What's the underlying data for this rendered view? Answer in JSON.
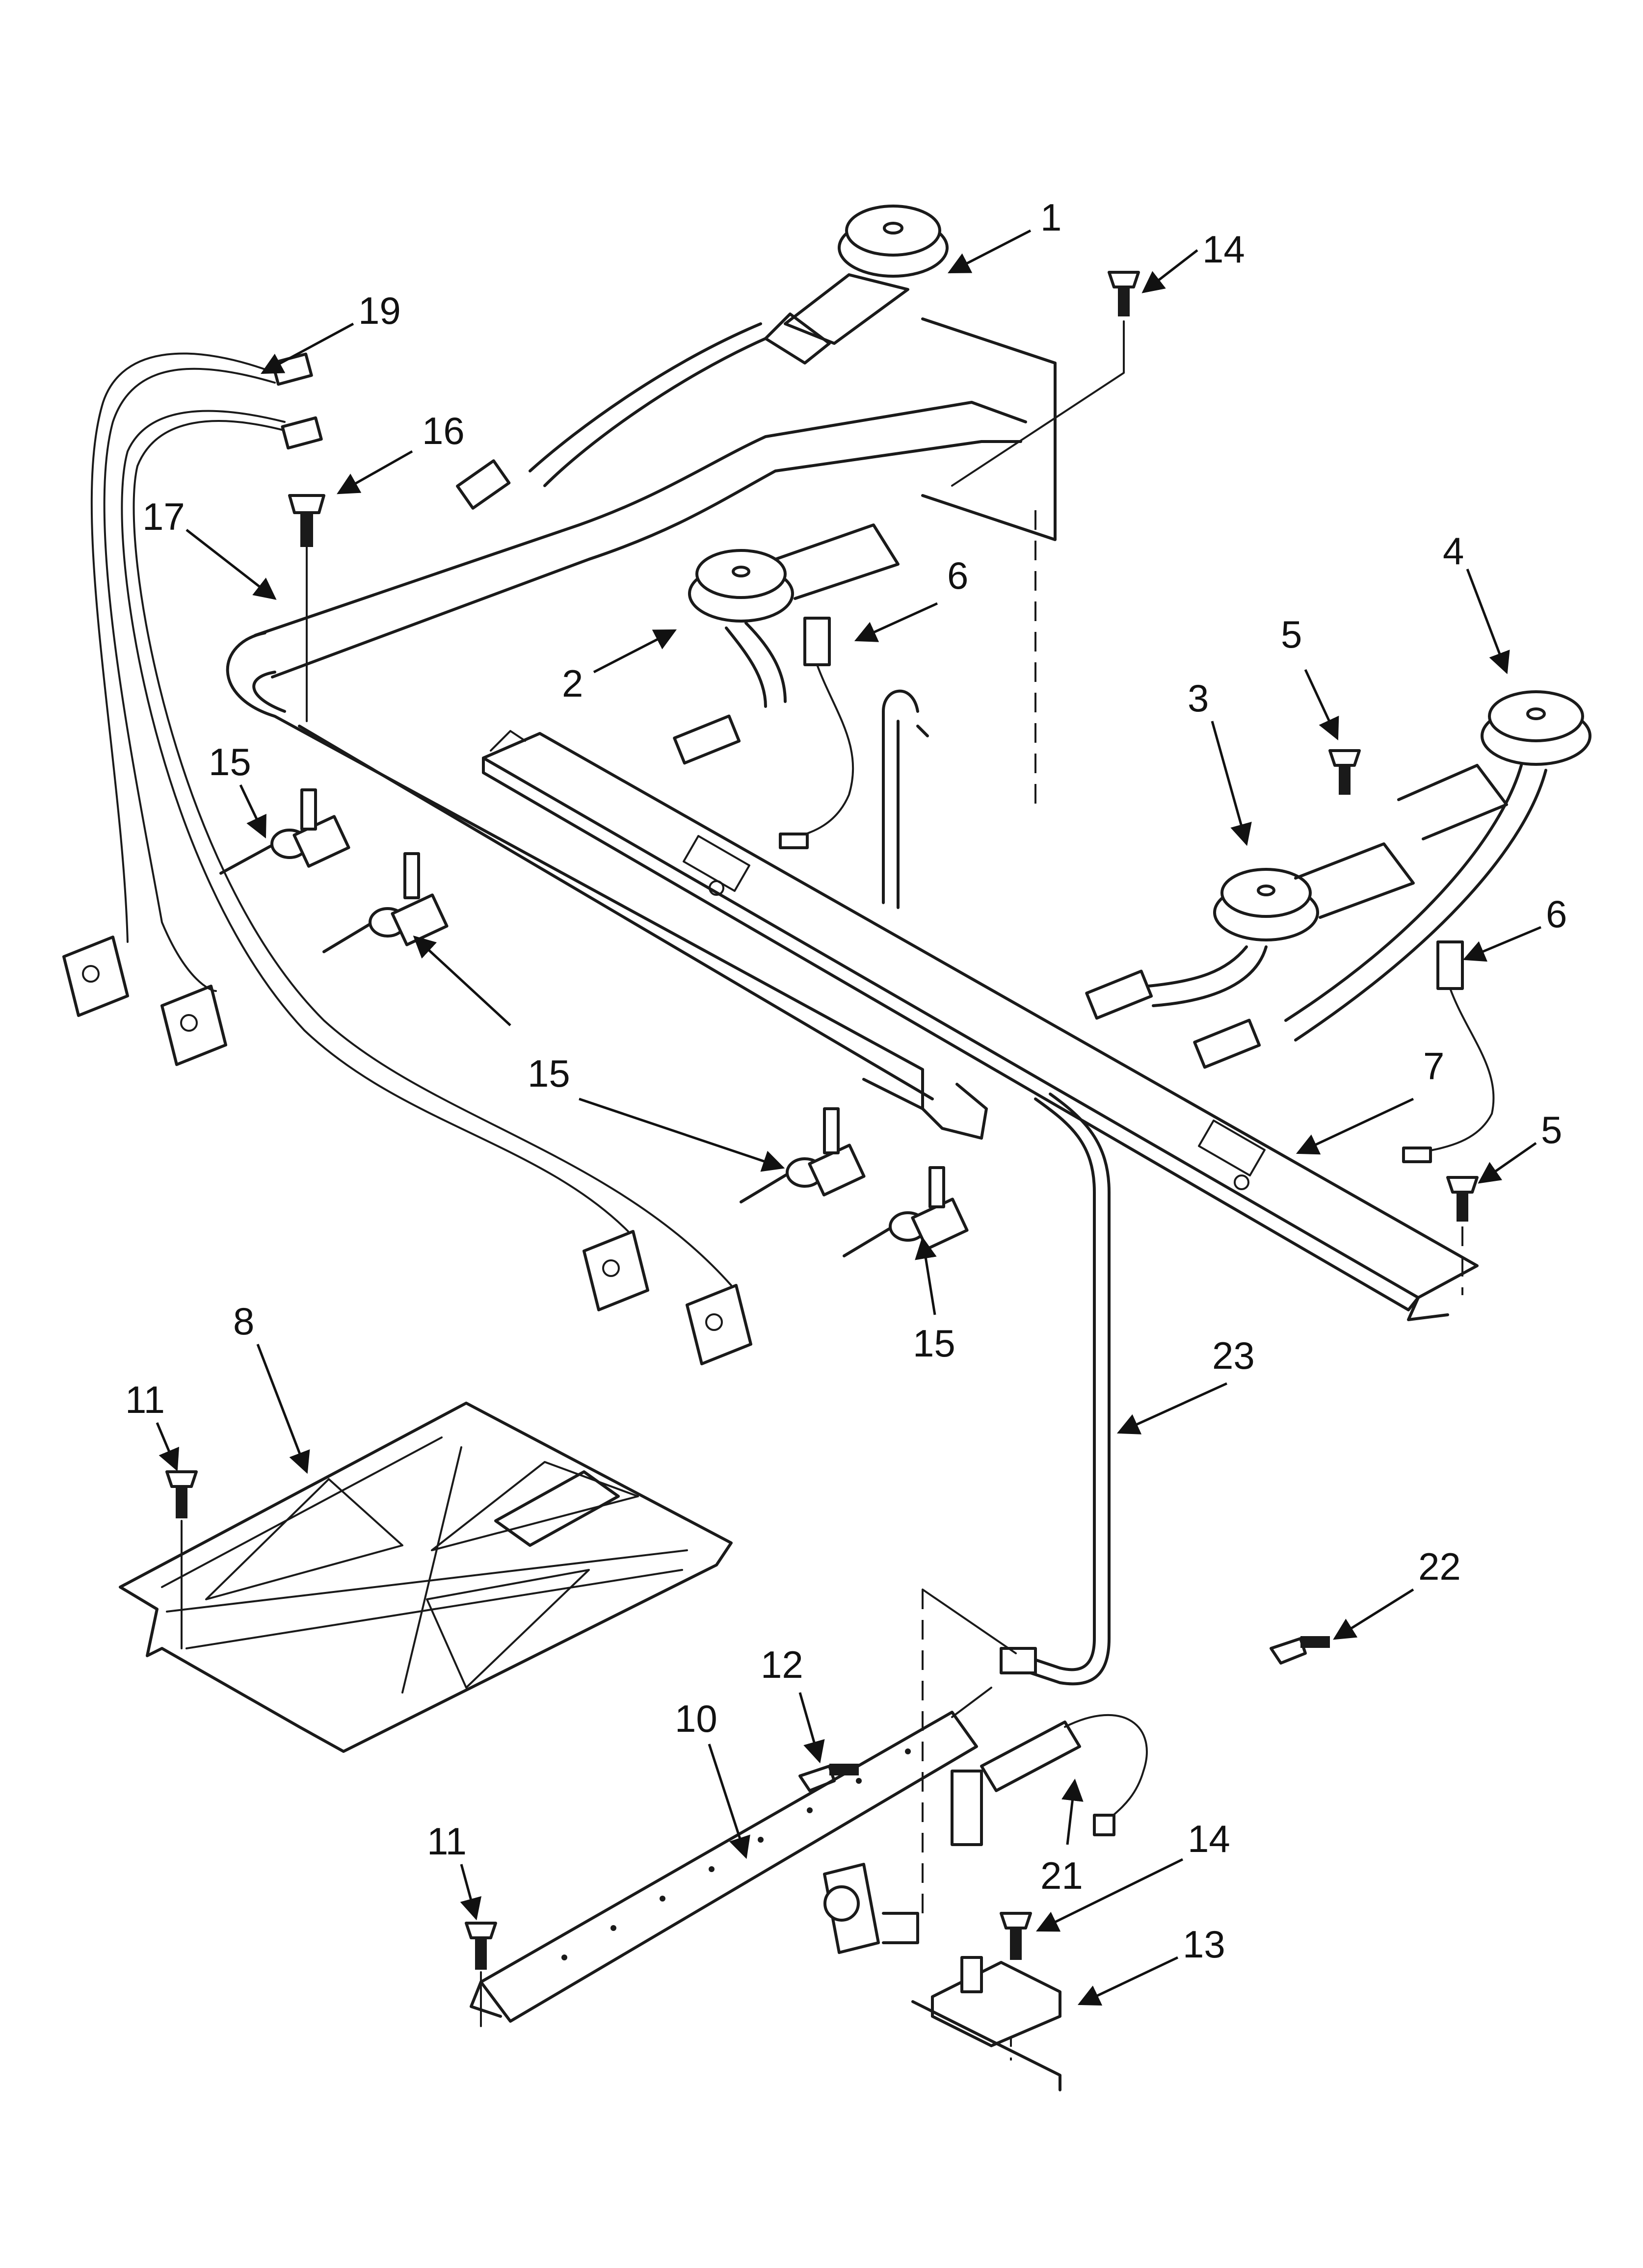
{
  "callouts": [
    {
      "id": "c1",
      "label": "1"
    },
    {
      "id": "c14a",
      "label": "14"
    },
    {
      "id": "c19",
      "label": "19"
    },
    {
      "id": "c16",
      "label": "16"
    },
    {
      "id": "c17",
      "label": "17"
    },
    {
      "id": "c6a",
      "label": "6"
    },
    {
      "id": "c2",
      "label": "2"
    },
    {
      "id": "c4",
      "label": "4"
    },
    {
      "id": "c5a",
      "label": "5"
    },
    {
      "id": "c3",
      "label": "3"
    },
    {
      "id": "c15a",
      "label": "15"
    },
    {
      "id": "c6b",
      "label": "6"
    },
    {
      "id": "c15b",
      "label": "15"
    },
    {
      "id": "c7",
      "label": "7"
    },
    {
      "id": "c5b",
      "label": "5"
    },
    {
      "id": "c15c",
      "label": "15"
    },
    {
      "id": "c8",
      "label": "8"
    },
    {
      "id": "c23",
      "label": "23"
    },
    {
      "id": "c11a",
      "label": "11"
    },
    {
      "id": "c22",
      "label": "22"
    },
    {
      "id": "c12",
      "label": "12"
    },
    {
      "id": "c10",
      "label": "10"
    },
    {
      "id": "c14b",
      "label": "14"
    },
    {
      "id": "c21",
      "label": "21"
    },
    {
      "id": "c11b",
      "label": "11"
    },
    {
      "id": "c13",
      "label": "13"
    }
  ]
}
